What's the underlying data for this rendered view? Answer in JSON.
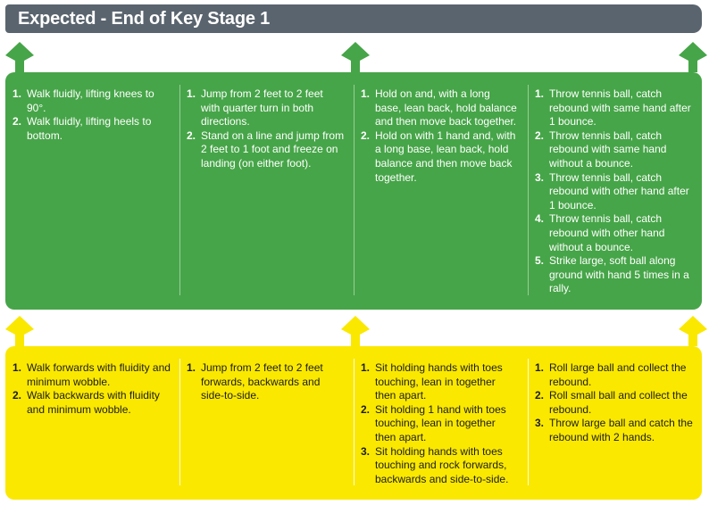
{
  "title": "Expected - End of Key Stage 1",
  "icons": {
    "progression_arrow": "up-arrow"
  },
  "colors": {
    "header_bg": "#5A646E",
    "green_panel": "#46A548",
    "yellow_panel": "#FAE800",
    "green_text": "#FFFFFF",
    "yellow_text": "#1D1D1B"
  },
  "sections": [
    {
      "id": "green",
      "color": "#46A548",
      "columns": [
        {
          "items": [
            {
              "n": "1.",
              "text": "Walk fluidly, lifting knees to 90°."
            },
            {
              "n": "2.",
              "text": "Walk fluidly, lifting heels to bottom."
            }
          ]
        },
        {
          "items": [
            {
              "n": "1.",
              "text": "Jump from 2 feet to 2 feet with quarter turn in both directions."
            },
            {
              "n": "2.",
              "text": "Stand on a line and jump from 2 feet to 1 foot and freeze on landing (on either foot)."
            }
          ]
        },
        {
          "items": [
            {
              "n": "1.",
              "text": "Hold on and, with a long base, lean back, hold balance and then move back together."
            },
            {
              "n": "2.",
              "text": "Hold on with 1 hand and, with a long base, lean back, hold balance and then move back together."
            }
          ]
        },
        {
          "items": [
            {
              "n": "1.",
              "text": "Throw tennis ball, catch rebound with same hand after 1 bounce."
            },
            {
              "n": "2.",
              "text": "Throw tennis ball, catch rebound with same hand without a bounce."
            },
            {
              "n": "3.",
              "text": "Throw tennis ball, catch rebound with other hand after 1 bounce."
            },
            {
              "n": "4.",
              "text": "Throw tennis ball, catch rebound with other hand without a bounce."
            },
            {
              "n": "5.",
              "text": "Strike large, soft ball along ground with hand 5 times in a rally."
            }
          ]
        }
      ]
    },
    {
      "id": "yellow",
      "color": "#FAE800",
      "columns": [
        {
          "items": [
            {
              "n": "1.",
              "text": "Walk forwards with fluidity and minimum wobble."
            },
            {
              "n": "2.",
              "text": "Walk backwards with fluidity and minimum wobble."
            }
          ]
        },
        {
          "items": [
            {
              "n": "1.",
              "text": "Jump from 2 feet to 2 feet forwards, backwards and side-to-side."
            }
          ]
        },
        {
          "items": [
            {
              "n": "1.",
              "text": "Sit holding hands with toes touching, lean in together then apart."
            },
            {
              "n": "2.",
              "text": "Sit holding 1 hand with toes touching, lean in together then apart."
            },
            {
              "n": "3.",
              "text": "Sit holding hands with toes touching and rock forwards, backwards and side-to-side."
            }
          ]
        },
        {
          "items": [
            {
              "n": "1.",
              "text": "Roll large ball and collect the rebound."
            },
            {
              "n": "2.",
              "text": "Roll small ball and collect the rebound."
            },
            {
              "n": "3.",
              "text": "Throw large ball and catch the rebound with 2 hands."
            }
          ]
        }
      ]
    }
  ]
}
